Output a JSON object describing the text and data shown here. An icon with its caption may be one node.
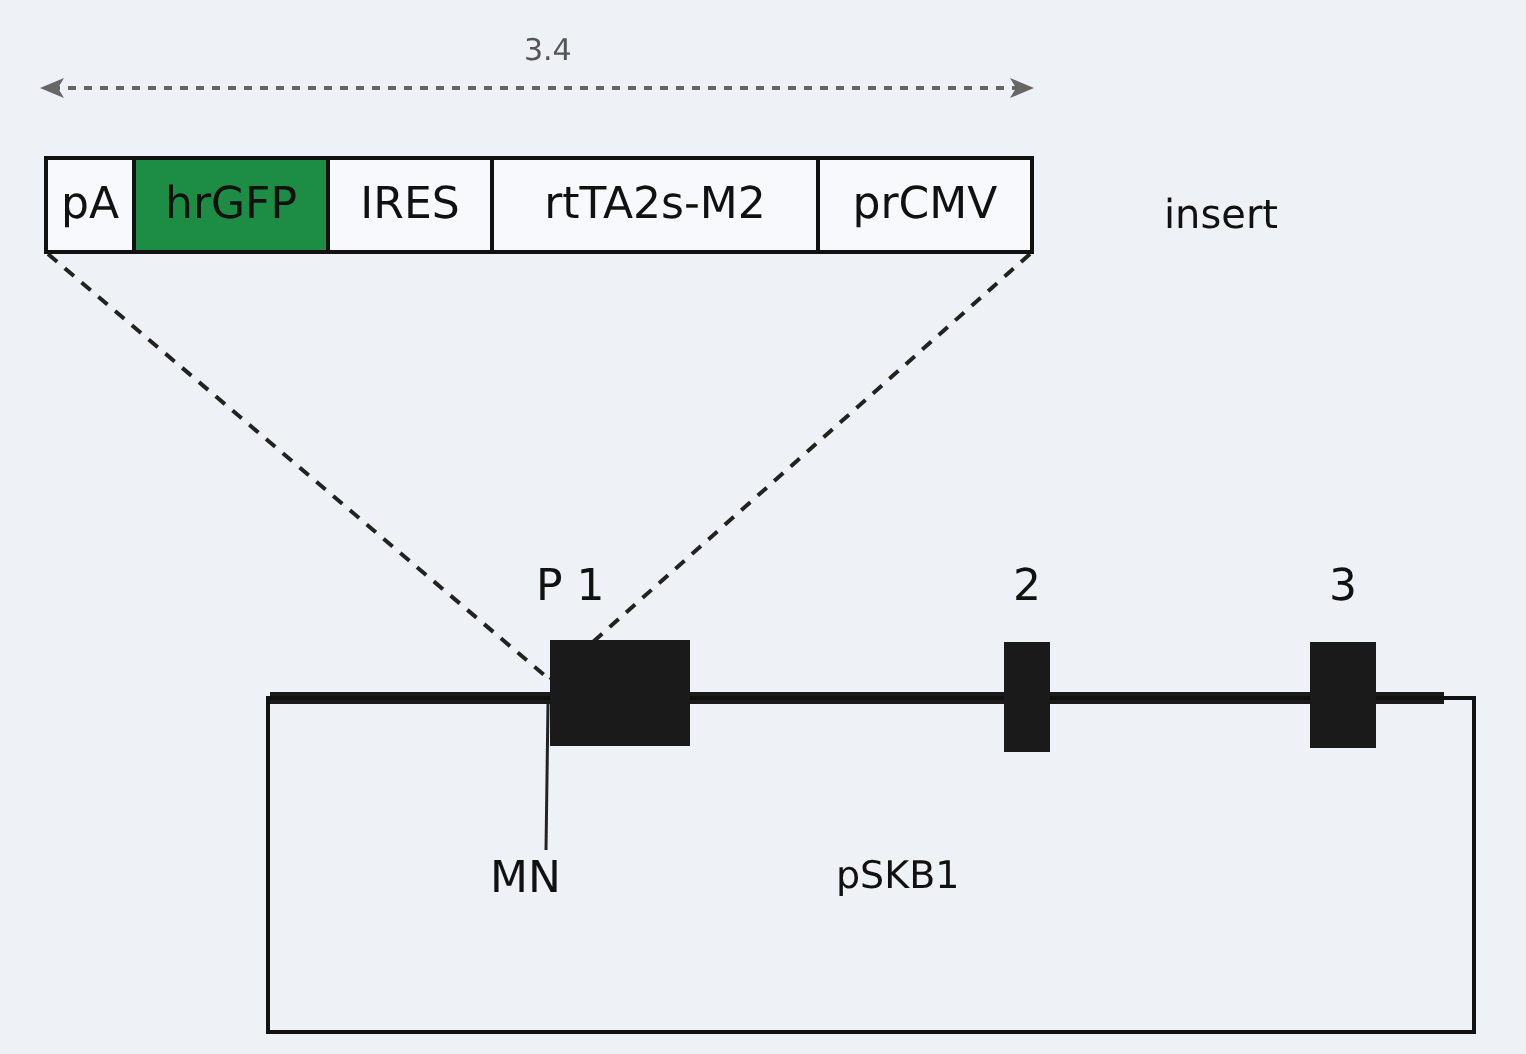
{
  "diagram": {
    "nodes": [
      {
        "text": [
          "pSKB1"
        ]
      },
      {
        "text": [
          "pA"
        ]
      },
      {
        "text": [
          "hrGFP"
        ]
      },
      {
        "text": [
          "IRES"
        ]
      },
      {
        "text": [
          "rtTA2s-M2"
        ]
      },
      {
        "text": [
          "prCMV"
        ]
      },
      {
        "text": [
          "P 1"
        ]
      },
      {
        "text": [
          "2"
        ]
      },
      {
        "text": [
          "3"
        ]
      },
      {
        "text": [
          "MN"
        ],
        "in": 0
      }
    ],
    "edges": [
      {
        "from": 1,
        "to": 6,
        "arrow": "none",
        "style": "dashed"
      },
      {
        "from": 5,
        "to": 6,
        "arrow": "none",
        "style": "dashed"
      },
      {
        "from": 9,
        "to": 6,
        "arrow": "none"
      }
    ],
    "labels": [
      "3.4",
      "insert"
    ]
  }
}
